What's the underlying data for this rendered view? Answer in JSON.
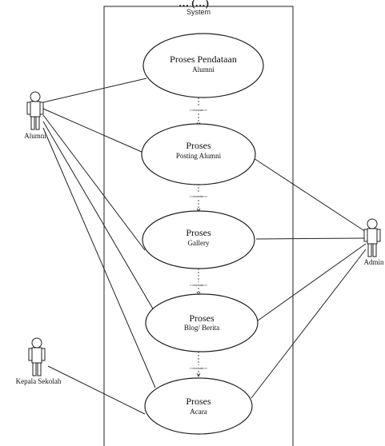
{
  "top_title_fragment": "… (…)",
  "system": {
    "label": "System"
  },
  "use_cases": [
    {
      "line1": "Proses Pendataan",
      "line2": "Alumni"
    },
    {
      "line1": "Proses",
      "line2": "Posting Alumni"
    },
    {
      "line1": "Proses",
      "line2": "Gallery"
    },
    {
      "line1": "Proses",
      "line2": "Blog/ Berita"
    },
    {
      "line1": "Proses",
      "line2": "Acara"
    }
  ],
  "include_label": "<<include>>",
  "actors": {
    "alumni": "Alumni",
    "admin": "Admin",
    "kepala_sekolah": "Kepala Sekolah"
  },
  "colors": {
    "stroke": "#222222",
    "background": "#ffffff"
  }
}
